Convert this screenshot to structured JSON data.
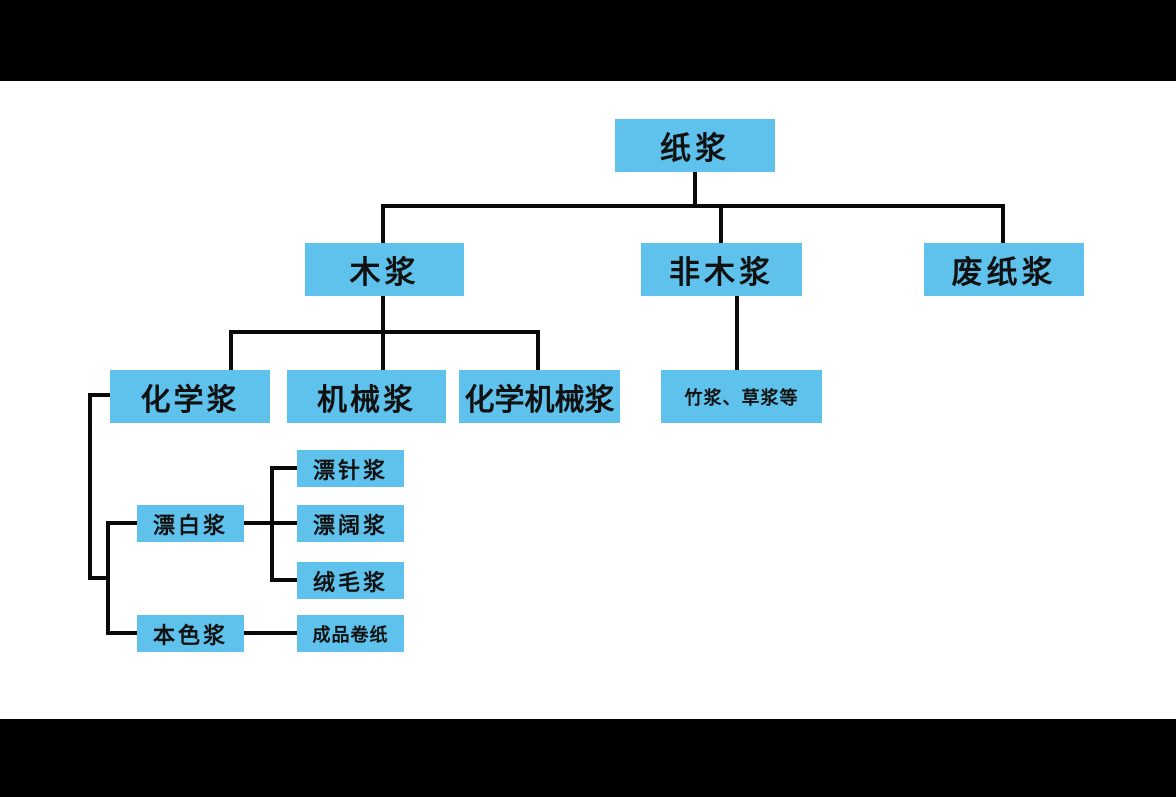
{
  "diagram": {
    "root": "纸浆",
    "level1": [
      "木浆",
      "非木浆",
      "废纸浆"
    ],
    "wood_types": [
      "化学浆",
      "机械浆",
      "化学机械浆"
    ],
    "nonwood_example": "竹浆、草浆等",
    "chemical_types": [
      "漂白浆",
      "本色浆"
    ],
    "bleached_types": [
      "漂针浆",
      "漂阔浆",
      "绒毛浆"
    ],
    "unbleached_use": "成品卷纸"
  },
  "colors": {
    "node_fill": "#5fc2ec",
    "line": "#0a0a0a",
    "background": "#ffffff",
    "letterbox": "#000000"
  }
}
